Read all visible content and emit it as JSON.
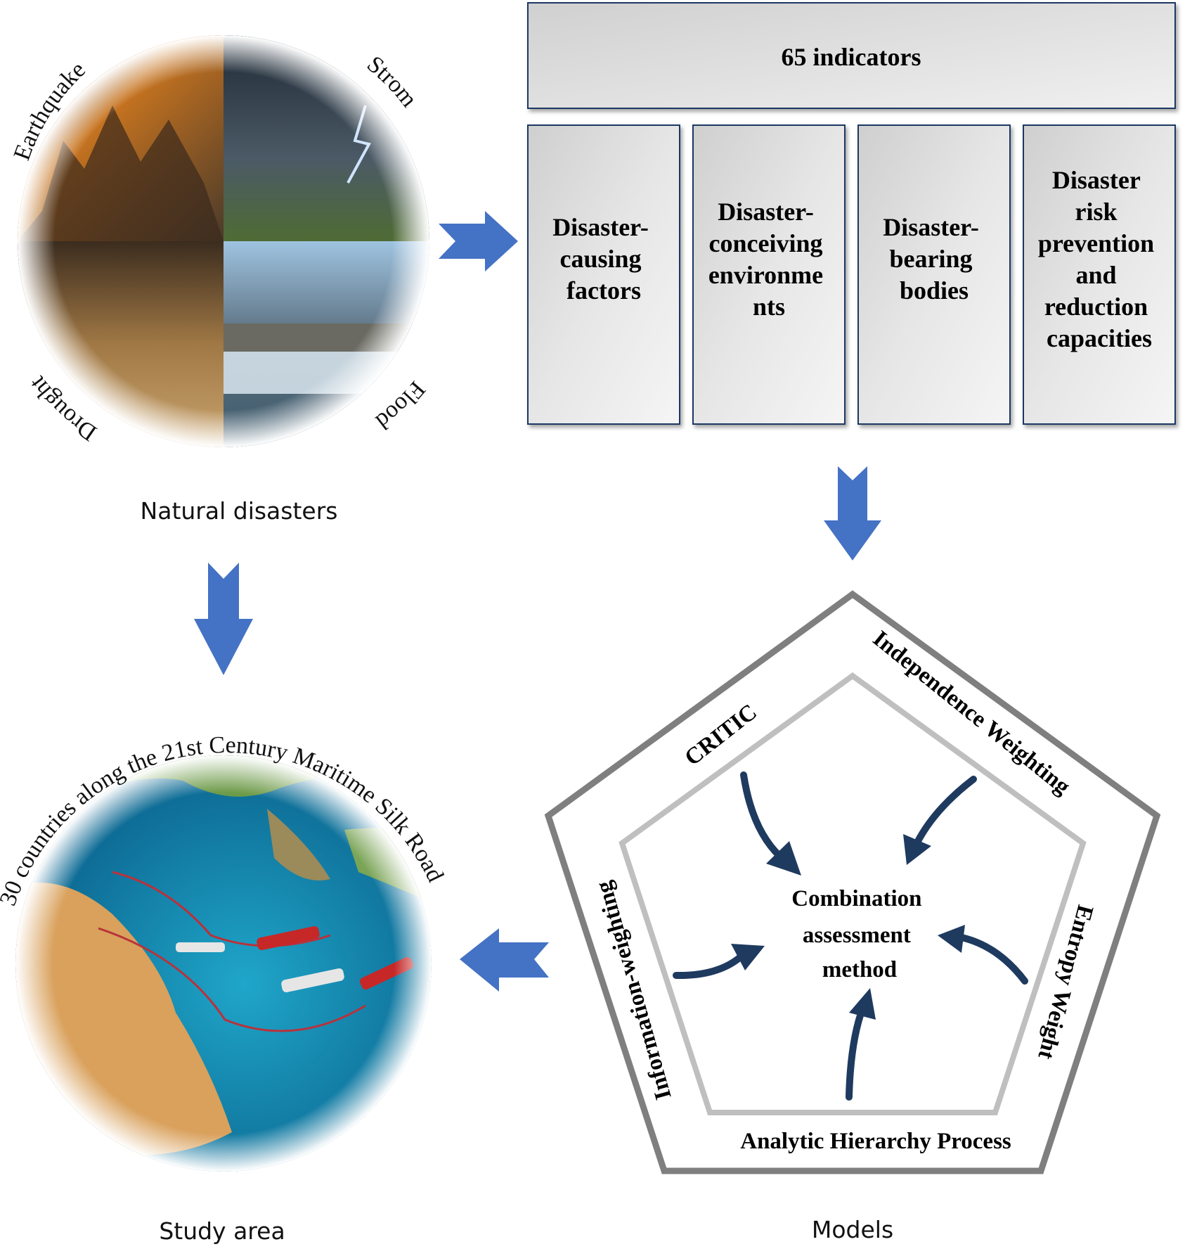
{
  "indicators_header": "65 indicators",
  "categories": [
    {
      "lines": [
        "Disaster-",
        "causing",
        "factors"
      ]
    },
    {
      "lines": [
        "Disaster-",
        "conceiving",
        "environme",
        "nts"
      ]
    },
    {
      "lines": [
        "Disaster-",
        "bearing",
        "bodies"
      ]
    },
    {
      "lines": [
        "Disaster",
        "risk",
        "prevention",
        "and",
        "reduction",
        "capacities"
      ]
    }
  ],
  "disasters": {
    "caption": "Natural disasters",
    "earthquake": "Earthquake",
    "storm": "Strom",
    "drought": "Drought",
    "flood": "Flood"
  },
  "study_area": {
    "caption": "Study area",
    "arc_label": "30 countries along the 21st Century Maritime Silk Road"
  },
  "models": {
    "caption": "Models",
    "center_lines": [
      "Combination",
      "assessment",
      "method"
    ],
    "critic": "CRITIC",
    "independence": "Independence Weighting",
    "entropy": "Entropy Weight",
    "ahp": "Analytic Hierarchy Process",
    "information": "Information-weighting"
  },
  "colors": {
    "arrow_blue": "#4472c4",
    "dark_arrow": "#1f3a5f",
    "box_fill_light": "#f2f2f2",
    "box_fill_dark": "#cfcfcf",
    "box_border": "#1f3864",
    "pentagon_outer": "#7f7f7f",
    "pentagon_inner": "#bfbfbf"
  }
}
